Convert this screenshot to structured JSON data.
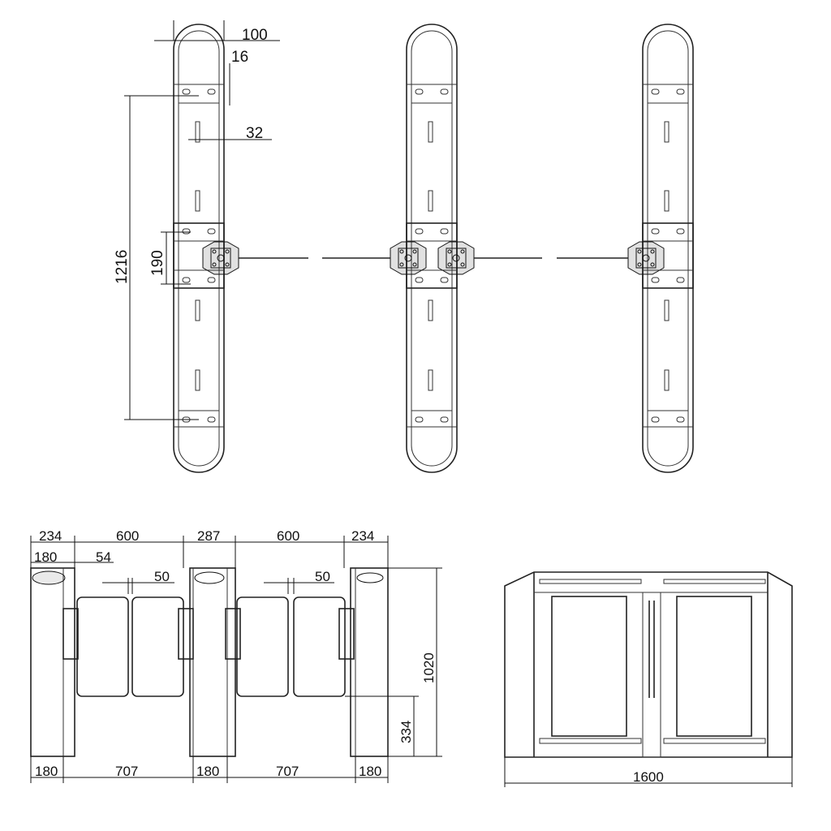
{
  "top_view": {
    "dim_width": "100",
    "dim_wall": "16",
    "dim_offset": "32",
    "dim_length": "1216",
    "dim_module": "190"
  },
  "front_view": {
    "top_dims": [
      "234",
      "600",
      "287",
      "600",
      "234"
    ],
    "dim_180_top": "180",
    "dim_54": "54",
    "dim_50_left": "50",
    "dim_50_right": "50",
    "dim_height": "1020",
    "dim_flap_height": "334",
    "bottom_dims": [
      "180",
      "707",
      "180",
      "707",
      "180"
    ]
  },
  "side_view": {
    "dim_total": "1600"
  }
}
